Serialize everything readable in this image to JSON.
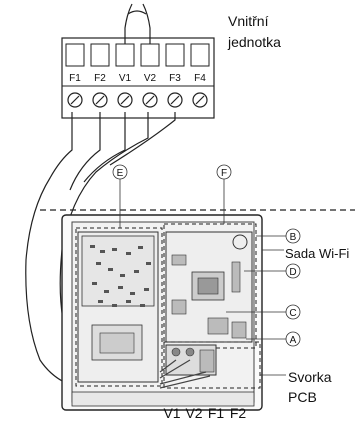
{
  "indoor_unit_label": [
    "Vnitřní",
    "jednotka"
  ],
  "top_terminals": [
    "F1",
    "F2",
    "V1",
    "V2",
    "F3",
    "F4"
  ],
  "callouts": {
    "A": "A",
    "B": "B",
    "C": "C",
    "D": "D",
    "E": "E",
    "F": "F"
  },
  "wifi_kit_label": "Sada Wi-Fi",
  "pcb_terminal_label": [
    "Svorka",
    "PCB"
  ],
  "bottom_terminals": [
    "V1",
    "V2",
    "F1",
    "F2"
  ]
}
